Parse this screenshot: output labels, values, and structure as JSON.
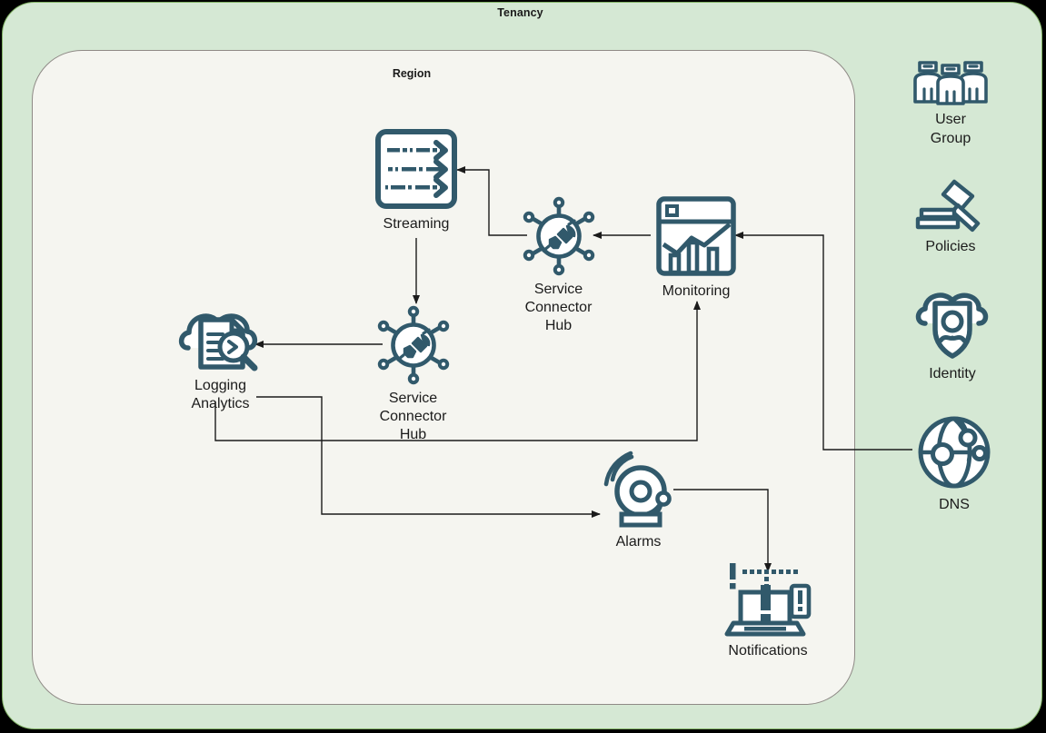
{
  "diagram": {
    "type": "cloud-architecture",
    "tenancy": {
      "label": "Tenancy",
      "fill": "#d5e8d4",
      "stroke": "#82b366"
    },
    "region": {
      "label": "Region",
      "fill": "#f5f5f0",
      "stroke": "#8f8a86"
    },
    "icon_color": "#31596b",
    "edge_color": "#1b1b1b"
  },
  "region_nodes": [
    {
      "id": "streaming",
      "label": "Streaming",
      "icon": "streaming-icon"
    },
    {
      "id": "sch_top",
      "label": "Service\nConnector Hub",
      "icon": "service-connector-hub-icon"
    },
    {
      "id": "monitoring",
      "label": "Monitoring",
      "icon": "monitoring-icon"
    },
    {
      "id": "logging",
      "label": "Logging\nAnalytics",
      "icon": "logging-analytics-icon"
    },
    {
      "id": "sch_mid",
      "label": "Service\nConnector Hub",
      "icon": "service-connector-hub-icon"
    },
    {
      "id": "alarms",
      "label": "Alarms",
      "icon": "alarms-bell-icon"
    },
    {
      "id": "notifications",
      "label": "Notifications",
      "icon": "notifications-icon"
    }
  ],
  "side_nodes": [
    {
      "id": "user_group",
      "label": "User\nGroup",
      "icon": "user-group-icon"
    },
    {
      "id": "policies",
      "label": "Policies",
      "icon": "gavel-policies-icon"
    },
    {
      "id": "identity",
      "label": "Identity",
      "icon": "identity-shield-icon"
    },
    {
      "id": "dns",
      "label": "DNS",
      "icon": "dns-globe-icon"
    }
  ],
  "connections": [
    {
      "from": "sch_top",
      "to": "streaming"
    },
    {
      "from": "monitoring",
      "to": "sch_top"
    },
    {
      "from": "streaming",
      "to": "sch_mid"
    },
    {
      "from": "sch_mid",
      "to": "logging"
    },
    {
      "from": "logging",
      "to": "monitoring"
    },
    {
      "from": "logging",
      "to": "alarms"
    },
    {
      "from": "alarms",
      "to": "notifications"
    },
    {
      "from": "dns",
      "to": "monitoring"
    }
  ]
}
